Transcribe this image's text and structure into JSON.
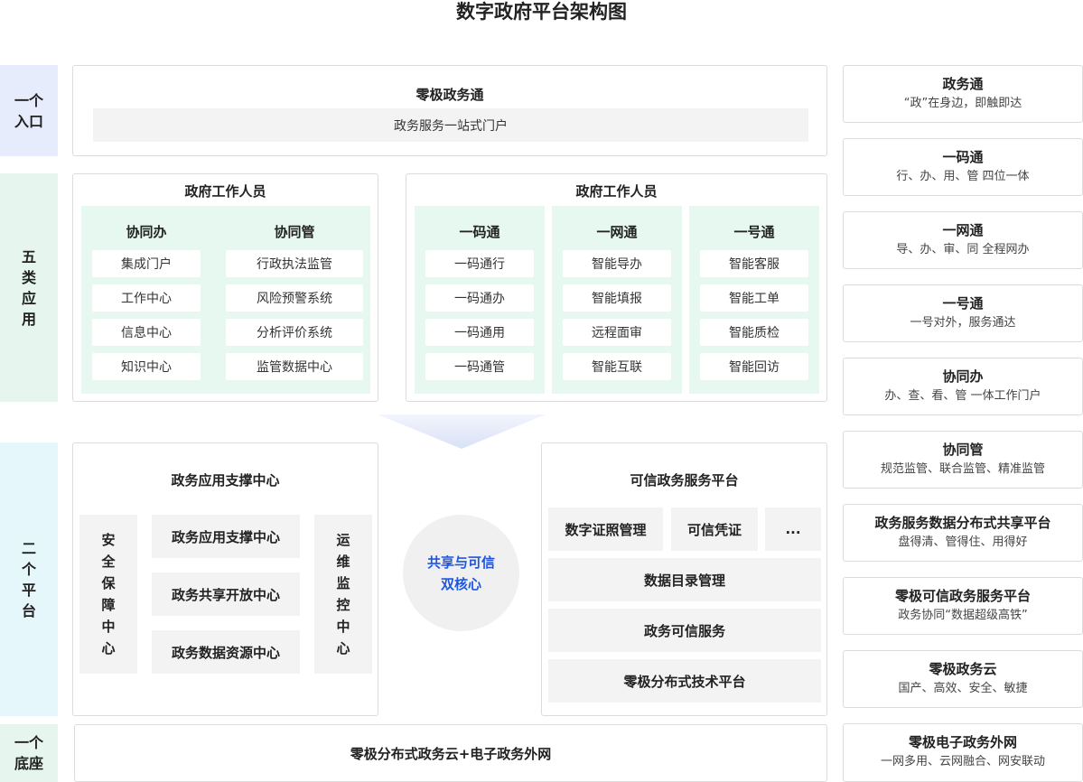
{
  "title": "数字政府平台架构图",
  "colors": {
    "entry_label_bg": "#e6ecfb",
    "apps_label_bg": "#e6f6ee",
    "platform_label_bg": "#e6f7fb",
    "base_label_bg": "#e6f6ee",
    "group_bg": "#e6f8f0",
    "grey_cell_bg": "#f3f3f3",
    "core_text": "#1f56e0",
    "core_bg": "#f0f0f0"
  },
  "labels": {
    "entry": [
      "一个",
      "入口"
    ],
    "apps": [
      "五",
      "类",
      "应",
      "用"
    ],
    "platforms": [
      "二",
      "个",
      "平",
      "台"
    ],
    "base": [
      "一个",
      "底座"
    ]
  },
  "entry": {
    "title": "零极政务通",
    "subtitle": "政务服务一站式门户"
  },
  "apps_left": {
    "title": "政府工作人员",
    "groups": [
      {
        "name": "协同办",
        "items": [
          "集成门户",
          "工作中心",
          "信息中心",
          "知识中心"
        ]
      },
      {
        "name": "协同管",
        "items": [
          "行政执法监管",
          "风险预警系统",
          "分析评价系统",
          "监管数据中心"
        ]
      }
    ]
  },
  "apps_right": {
    "title": "政府工作人员",
    "groups": [
      {
        "name": "一码通",
        "items": [
          "一码通行",
          "一码通办",
          "一码通用",
          "一码通管"
        ]
      },
      {
        "name": "一网通",
        "items": [
          "智能导办",
          "智能填报",
          "远程面审",
          "智能互联"
        ]
      },
      {
        "name": "一号通",
        "items": [
          "智能客服",
          "智能工单",
          "智能质检",
          "智能回访"
        ]
      }
    ]
  },
  "support": {
    "title": "政务应用支撑中心",
    "left_vertical": [
      "安",
      "全",
      "保",
      "障",
      "中",
      "心"
    ],
    "centers": [
      "政务应用支撑中心",
      "政务共享开放中心",
      "政务数据资源中心"
    ],
    "right_vertical": [
      "运",
      "维",
      "监",
      "控",
      "中",
      "心"
    ]
  },
  "core": {
    "line1": "共享与可信",
    "line2": "双核心"
  },
  "trusted": {
    "title": "可信政务服务平台",
    "top_items": [
      "数字证照管理",
      "可信凭证",
      "..."
    ],
    "rows": [
      "数据目录管理",
      "政务可信服务",
      "零极分布式技术平台"
    ]
  },
  "base": {
    "title": "零极分布式政务云+电子政务外网"
  },
  "right_cards": [
    {
      "title": "政务通",
      "subtitle": "“政”在身边，即触即达"
    },
    {
      "title": "一码通",
      "subtitle": "行、办、用、管 四位一体"
    },
    {
      "title": "一网通",
      "subtitle": "导、办、审、同 全程网办"
    },
    {
      "title": "一号通",
      "subtitle": "一号对外，服务通达"
    },
    {
      "title": "协同办",
      "subtitle": "办、查、看、管 一体工作门户"
    },
    {
      "title": "协同管",
      "subtitle": "规范监管、联合监管、精准监管"
    },
    {
      "title": "政务服务数据分布式共享平台",
      "subtitle": "盘得清、管得住、用得好"
    },
    {
      "title": "零极可信政务服务平台",
      "subtitle": "政务协同“数据超级高铁”"
    },
    {
      "title": "零极政务云",
      "subtitle": "国产、高效、安全、敏捷"
    },
    {
      "title": "零极电子政务外网",
      "subtitle": "一网多用、云网融合、网安联动"
    }
  ]
}
